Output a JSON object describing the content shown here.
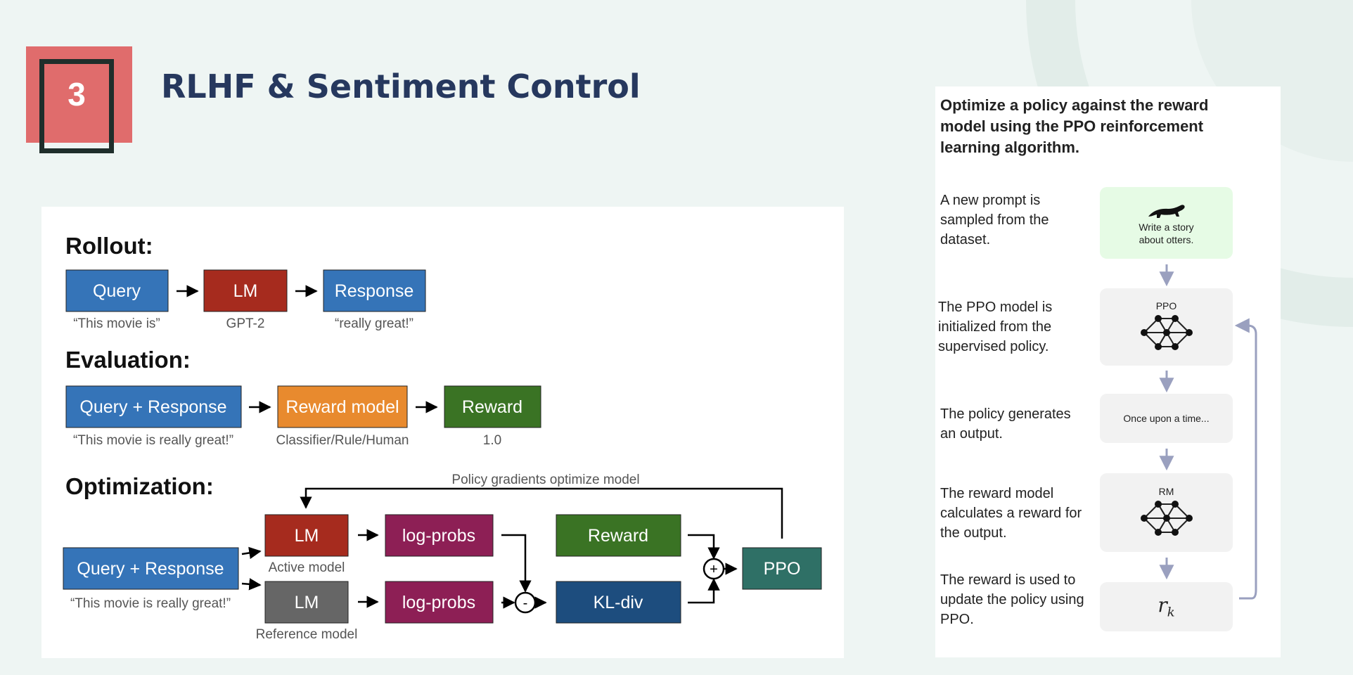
{
  "slide": {
    "number": "3",
    "title": "RLHF & Sentiment Control"
  },
  "diagram": {
    "rollout": {
      "heading": "Rollout:",
      "query": "Query",
      "query_caption": "“This movie is”",
      "lm": "LM",
      "lm_caption": "GPT-2",
      "response": "Response",
      "response_caption": "“really great!”"
    },
    "evaluation": {
      "heading": "Evaluation:",
      "query_response": "Query + Response",
      "query_response_caption": "“This movie is really great!”",
      "reward_model": "Reward model",
      "reward_model_caption": "Classifier/Rule/Human",
      "reward": "Reward",
      "reward_caption": "1.0"
    },
    "optimization": {
      "heading": "Optimization:",
      "feedback_label": "Policy gradients optimize model",
      "query_response": "Query + Response",
      "query_response_caption": "“This movie is really great!”",
      "lm_active": "LM",
      "lm_active_caption": "Active model",
      "lm_reference": "LM",
      "lm_reference_caption": "Reference model",
      "logprobs_top": "log-probs",
      "logprobs_bottom": "log-probs",
      "minus": "-",
      "reward": "Reward",
      "kl_div": "KL-div",
      "plus": "+",
      "ppo": "PPO"
    },
    "colors": {
      "blue": "#3574b8",
      "red": "#a62b1e",
      "orange": "#e88a2e",
      "green": "#3a7324",
      "magenta": "#8d1f55",
      "gray": "#666666",
      "navy": "#1d4d7e",
      "teal": "#2f7066"
    }
  },
  "ppo_panel": {
    "title": "Optimize a policy against the reward model using the PPO reinforcement learning algorithm.",
    "steps": [
      {
        "text": "A new prompt is sampled from the dataset.",
        "card": "Write a story about otters.",
        "icon": "otter-icon"
      },
      {
        "text": "The PPO model is initialized from the supervised policy.",
        "card": "PPO",
        "icon": "neural-network-icon"
      },
      {
        "text": "The policy generates an output.",
        "card": "Once upon a time..."
      },
      {
        "text": "The reward model calculates a reward for the output.",
        "card": "RM",
        "icon": "neural-network-icon"
      },
      {
        "text": "The reward is used to update the policy using PPO.",
        "card_symbol": "r",
        "card_subscript": "k"
      }
    ]
  }
}
